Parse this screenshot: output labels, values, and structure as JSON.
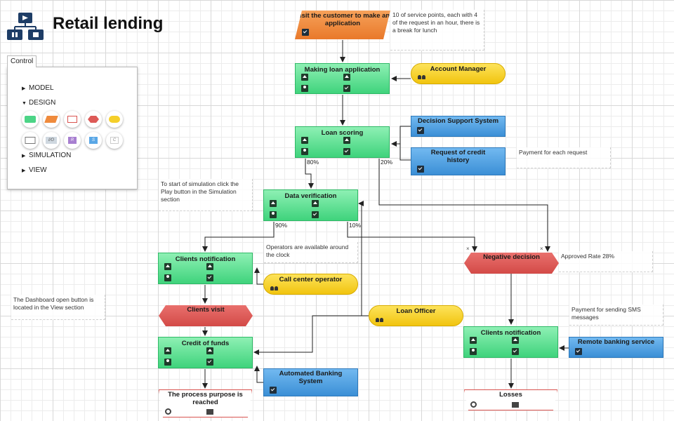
{
  "header": {
    "title": "Retail lending",
    "logo_icon": "flowchart-logo-icon"
  },
  "control_panel": {
    "tab_label": "Control",
    "menu": [
      {
        "label": "MODEL",
        "expanded": false
      },
      {
        "label": "DESIGN",
        "expanded": true
      },
      {
        "label": "SIMULATION",
        "expanded": false
      },
      {
        "label": "VIEW",
        "expanded": false
      }
    ],
    "palette": [
      {
        "name": "palette-operation",
        "label": "",
        "color": "#4cd486"
      },
      {
        "name": "palette-event",
        "label": "",
        "color": "#ef8a3c"
      },
      {
        "name": "palette-end",
        "label": "",
        "color": "#ffffff"
      },
      {
        "name": "palette-decision",
        "label": "",
        "color": "#dd5a57"
      },
      {
        "name": "palette-resource",
        "label": "",
        "color": "#f5cf2a"
      },
      {
        "name": "palette-document",
        "label": "",
        "color": "#ffffff"
      },
      {
        "name": "palette-io",
        "label": "I/O",
        "color": "#cfd8e0"
      },
      {
        "name": "palette-r",
        "label": "R",
        "color": "#a77fd0"
      },
      {
        "name": "palette-s",
        "label": "S",
        "color": "#5aa7e6"
      },
      {
        "name": "palette-c",
        "label": "C",
        "color": "#ffffff"
      }
    ]
  },
  "nodes": {
    "visit_customer": "Visit the customer to make an application",
    "making_loan": "Making loan application",
    "account_manager": "Account Manager",
    "loan_scoring": "Loan scoring",
    "decision_support": "Decision Support System",
    "request_credit": "Request of credit history",
    "data_verification": "Data verification",
    "clients_notification_left": "Clients notification",
    "call_center": "Call center operator",
    "clients_visit": "Clients visit",
    "credit_funds": "Credit of funds",
    "automated_banking": "Automated Banking System",
    "process_reached": "The process purpose is reached",
    "loan_officer": "Loan Officer",
    "negative_decision": "Negative decision",
    "clients_notification_right": "Clients notification",
    "remote_banking": "Remote banking service",
    "losses": "Losses"
  },
  "notes": {
    "service_points": "10 of service points, each with 4 of the request in an hour, there is a break for lunch",
    "payment_each": "Payment for each request",
    "start_simulation": "To start of simulation click the Play button in the Simulation section",
    "operators_available": "Operators are available around the clock",
    "approved_rate": "Approved Rate 28%",
    "dashboard_button": "The Dashboard open button is located in the View section",
    "payment_sms": "Payment for sending SMS messages"
  },
  "percentages": {
    "scoring_ok": "80%",
    "scoring_fail": "20%",
    "verification_ok": "90%",
    "verification_fail": "10%"
  },
  "colors": {
    "operation": "#4cd486",
    "system": "#4a9fe0",
    "resource": "#f5cf2a",
    "event": "#ef8a3c",
    "decision": "#dd5a57"
  }
}
